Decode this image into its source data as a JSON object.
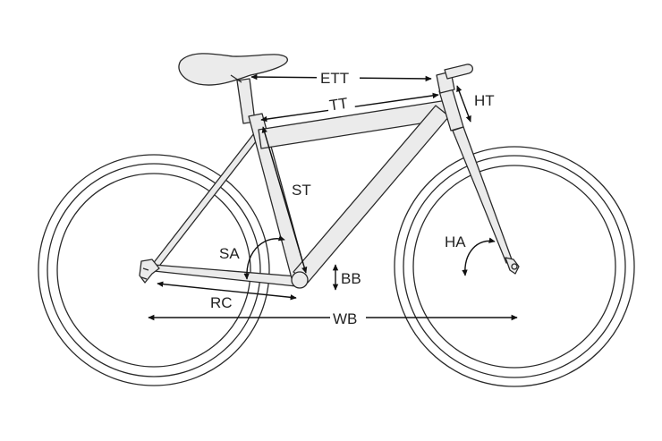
{
  "labels": {
    "ett": "ETT",
    "tt": "TT",
    "ht": "HT",
    "st": "ST",
    "sa": "SA",
    "ha": "HA",
    "bb": "BB",
    "rc": "RC",
    "wb": "WB"
  },
  "colors": {
    "outline": "#2a2a2a",
    "tube_fill": "#ebebeb",
    "arrow": "#111111",
    "text": "#222222",
    "background": "#ffffff"
  }
}
